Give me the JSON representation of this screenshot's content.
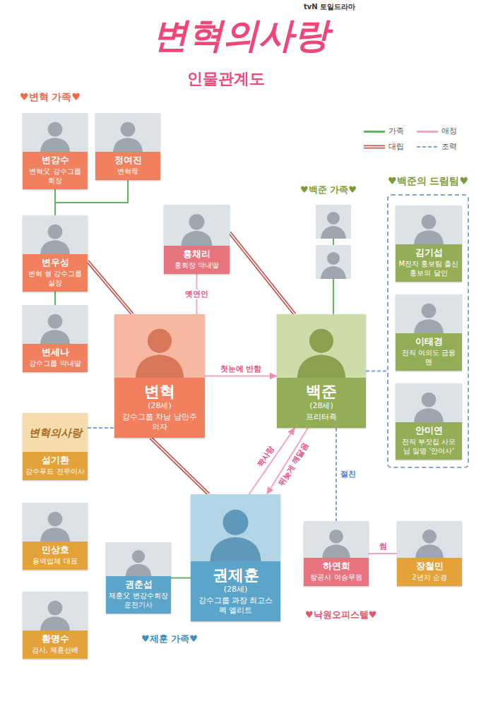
{
  "diagram": {
    "title": "변혁의사랑",
    "nodes": [
      {
        "text": [
          "변강수",
          "변혁父 강수그룹 회장"
        ]
      },
      {
        "text": [
          "정여진",
          "변혁母"
        ]
      },
      {
        "text": [
          "변우성",
          "변혁 형 강수그룹 실장"
        ]
      },
      {
        "text": [
          "변세나",
          "강수그룹 막내딸"
        ]
      },
      {
        "text": [
          "홍채리",
          "홍회장 막내딸"
        ]
      },
      {
        "text": [
          "♥백준의 드림팀♥"
        ]
      },
      {
        "text": [
          "김기섭",
          "M전자 홍보팀 출신 홍보의 달인"
        ],
        "in": 5
      },
      {
        "text": [
          "이태경",
          "전직 여의도 금융맨"
        ],
        "in": 5
      },
      {
        "text": [
          "안미연",
          "전직 부잣집 사모님 일명 '안여사'"
        ],
        "in": 5
      },
      {
        "text": [
          "변혁",
          "(28세)",
          "강수그룹 차남 낭만주의자"
        ]
      },
      {
        "text": [
          "백준",
          "(28세)",
          "프리터족"
        ]
      },
      {
        "text": [
          "변혁의사랑",
          "설기환",
          "강수푸드 전무이사"
        ]
      },
      {
        "text": [
          "민상호",
          "용역업체 대표"
        ]
      },
      {
        "text": [
          "황명수",
          "검사, 제훈선배"
        ]
      },
      {
        "text": [
          "권춘섭",
          "제훈父 변강수회장 운전기사"
        ]
      },
      {
        "text": [
          "권제훈",
          "(28세)",
          "강수그룹 과장 최고스펙 엘리트"
        ]
      },
      {
        "text": [
          "하연희",
          "항공사 여승무원"
        ]
      },
      {
        "text": [
          "장철민",
          "2년차 순경"
        ]
      }
    ],
    "edges": [
      {
        "from": 0,
        "to": 2,
        "arrow": "none"
      },
      {
        "from": 1,
        "to": 2,
        "arrow": "none"
      },
      {
        "from": 2,
        "to": 3,
        "arrow": "none"
      },
      {
        "from": 2,
        "to": 9,
        "arrow": "none"
      },
      {
        "from": 4,
        "to": 9,
        "arrow": "none",
        "label": "옛연인"
      },
      {
        "from": 4,
        "to": 10,
        "arrow": "none"
      },
      {
        "from": 9,
        "to": 10,
        "arrow": "to",
        "label": "첫눈에 반함"
      },
      {
        "from": 10,
        "to": 5,
        "arrow": "none"
      },
      {
        "from": 11,
        "to": 9,
        "arrow": "none"
      },
      {
        "from": 9,
        "to": 15,
        "arrow": "none"
      },
      {
        "from": 15,
        "to": 10,
        "arrow": "to",
        "label": "짝사랑"
      },
      {
        "from": 10,
        "to": 15,
        "arrow": "to",
        "label": "뒤늦게 깨달음"
      },
      {
        "from": 10,
        "to": 16,
        "arrow": "none",
        "label": "절친"
      },
      {
        "from": 16,
        "to": 17,
        "arrow": "none",
        "label": "썸"
      },
      {
        "from": 14,
        "to": 15,
        "arrow": "none"
      }
    ],
    "labels": [
      "tvN 토일드라마",
      "인물관계도",
      "♥변혁 가족♥",
      "♥백준 가족♥",
      "♥제훈 가족♥",
      "♥낙원오피스텔♥"
    ],
    "legend": [
      {
        "text": "가족",
        "color": "#5cb85c"
      },
      {
        "text": "애정",
        "color": "#f5a3c4"
      },
      {
        "text": "대립"
      },
      {
        "text": "조력"
      }
    ]
  }
}
